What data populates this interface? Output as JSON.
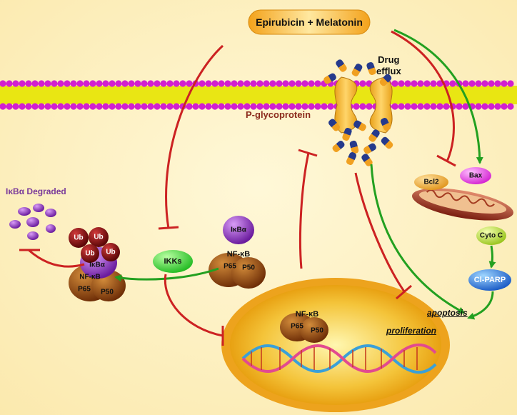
{
  "treatment": "Epirubicin + Melatonin",
  "drug_efflux": [
    "Drug",
    "efflux"
  ],
  "p_glycoprotein": "P-glycoprotein",
  "ikba_degraded": "IκBα Degraded",
  "ub": "Ub",
  "ikba": "IκBα",
  "nfkb": "NF-κB",
  "p65": "P65",
  "p50": "P50",
  "ikks": "IKKs",
  "bcl2": "Bcl2",
  "bax": "Bax",
  "cyto_c": "Cyto C",
  "cl_parp": "Cl-PARP",
  "apoptosis": "apoptosis",
  "proliferation": "proliferation",
  "colors": {
    "background": "#fff3c8",
    "activation_arrow": "#23a020",
    "inhibition_line": "#cc2222",
    "membrane_head": "#d21fd0",
    "membrane_tail": "#e7e400",
    "label_pglyco": "#8b2a1c",
    "label_degraded": "#7a3a9a"
  }
}
